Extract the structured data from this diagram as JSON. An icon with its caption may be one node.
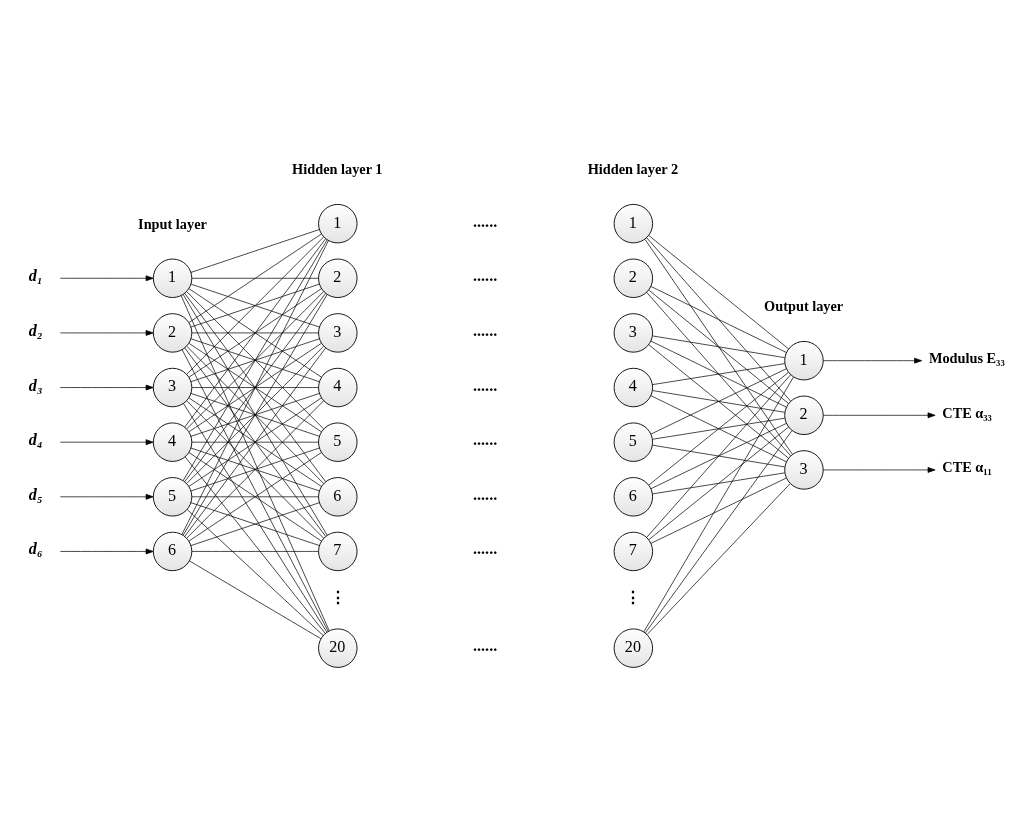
{
  "diagram": {
    "nodes": [
      {
        "text": [
          "d₁"
        ]
      },
      {
        "text": [
          "d₂"
        ]
      },
      {
        "text": [
          "d₃"
        ]
      },
      {
        "text": [
          "d₄"
        ]
      },
      {
        "text": [
          "d₅"
        ]
      },
      {
        "text": [
          "d₆"
        ]
      },
      {
        "text": [
          "1"
        ]
      },
      {
        "text": [
          "2"
        ]
      },
      {
        "text": [
          "3"
        ]
      },
      {
        "text": [
          "4"
        ]
      },
      {
        "text": [
          "5"
        ]
      },
      {
        "text": [
          "6"
        ]
      },
      {
        "text": [
          "1"
        ]
      },
      {
        "text": [
          "2"
        ]
      },
      {
        "text": [
          "3"
        ]
      },
      {
        "text": [
          "4"
        ]
      },
      {
        "text": [
          "5"
        ]
      },
      {
        "text": [
          "6"
        ]
      },
      {
        "text": [
          "7"
        ]
      },
      {
        "text": [
          "20"
        ]
      },
      {
        "text": [
          "1"
        ]
      },
      {
        "text": [
          "2"
        ]
      },
      {
        "text": [
          "3"
        ]
      },
      {
        "text": [
          "4"
        ]
      },
      {
        "text": [
          "5"
        ]
      },
      {
        "text": [
          "6"
        ]
      },
      {
        "text": [
          "7"
        ]
      },
      {
        "text": [
          "20"
        ]
      },
      {
        "text": [
          "1"
        ]
      },
      {
        "text": [
          "2"
        ]
      },
      {
        "text": [
          "3"
        ]
      },
      {
        "text": [
          "Modulus E₃₃"
        ]
      },
      {
        "text": [
          "CTE α₃₃"
        ]
      },
      {
        "text": [
          "CTE α₁₁"
        ]
      }
    ],
    "edges": [
      {
        "from": 0,
        "to": 6,
        "arrow": "to"
      },
      {
        "from": 1,
        "to": 7,
        "arrow": "to"
      },
      {
        "from": 2,
        "to": 8,
        "arrow": "to"
      },
      {
        "from": 3,
        "to": 9,
        "arrow": "to"
      },
      {
        "from": 4,
        "to": 10,
        "arrow": "to"
      },
      {
        "from": 5,
        "to": 11,
        "arrow": "to"
      },
      {
        "from": 6,
        "to": 12,
        "arrow": "none"
      },
      {
        "from": 6,
        "to": 13,
        "arrow": "none"
      },
      {
        "from": 6,
        "to": 14,
        "arrow": "none"
      },
      {
        "from": 6,
        "to": 15,
        "arrow": "none"
      },
      {
        "from": 6,
        "to": 16,
        "arrow": "none"
      },
      {
        "from": 6,
        "to": 17,
        "arrow": "none"
      },
      {
        "from": 6,
        "to": 18,
        "arrow": "none"
      },
      {
        "from": 6,
        "to": 19,
        "arrow": "none"
      },
      {
        "from": 7,
        "to": 12,
        "arrow": "none"
      },
      {
        "from": 7,
        "to": 13,
        "arrow": "none"
      },
      {
        "from": 7,
        "to": 14,
        "arrow": "none"
      },
      {
        "from": 7,
        "to": 15,
        "arrow": "none"
      },
      {
        "from": 7,
        "to": 16,
        "arrow": "none"
      },
      {
        "from": 7,
        "to": 17,
        "arrow": "none"
      },
      {
        "from": 7,
        "to": 18,
        "arrow": "none"
      },
      {
        "from": 7,
        "to": 19,
        "arrow": "none"
      },
      {
        "from": 8,
        "to": 12,
        "arrow": "none"
      },
      {
        "from": 8,
        "to": 13,
        "arrow": "none"
      },
      {
        "from": 8,
        "to": 14,
        "arrow": "none"
      },
      {
        "from": 8,
        "to": 15,
        "arrow": "none"
      },
      {
        "from": 8,
        "to": 16,
        "arrow": "none"
      },
      {
        "from": 8,
        "to": 17,
        "arrow": "none"
      },
      {
        "from": 8,
        "to": 18,
        "arrow": "none"
      },
      {
        "from": 8,
        "to": 19,
        "arrow": "none"
      },
      {
        "from": 9,
        "to": 12,
        "arrow": "none"
      },
      {
        "from": 9,
        "to": 13,
        "arrow": "none"
      },
      {
        "from": 9,
        "to": 14,
        "arrow": "none"
      },
      {
        "from": 9,
        "to": 15,
        "arrow": "none"
      },
      {
        "from": 9,
        "to": 16,
        "arrow": "none"
      },
      {
        "from": 9,
        "to": 17,
        "arrow": "none"
      },
      {
        "from": 9,
        "to": 18,
        "arrow": "none"
      },
      {
        "from": 9,
        "to": 19,
        "arrow": "none"
      },
      {
        "from": 10,
        "to": 12,
        "arrow": "none"
      },
      {
        "from": 10,
        "to": 13,
        "arrow": "none"
      },
      {
        "from": 10,
        "to": 14,
        "arrow": "none"
      },
      {
        "from": 10,
        "to": 15,
        "arrow": "none"
      },
      {
        "from": 10,
        "to": 16,
        "arrow": "none"
      },
      {
        "from": 10,
        "to": 17,
        "arrow": "none"
      },
      {
        "from": 10,
        "to": 18,
        "arrow": "none"
      },
      {
        "from": 10,
        "to": 19,
        "arrow": "none"
      },
      {
        "from": 11,
        "to": 12,
        "arrow": "none"
      },
      {
        "from": 11,
        "to": 13,
        "arrow": "none"
      },
      {
        "from": 11,
        "to": 14,
        "arrow": "none"
      },
      {
        "from": 11,
        "to": 15,
        "arrow": "none"
      },
      {
        "from": 11,
        "to": 16,
        "arrow": "none"
      },
      {
        "from": 11,
        "to": 17,
        "arrow": "none"
      },
      {
        "from": 11,
        "to": 18,
        "arrow": "none"
      },
      {
        "from": 11,
        "to": 19,
        "arrow": "none"
      },
      {
        "from": 20,
        "to": 28,
        "arrow": "none"
      },
      {
        "from": 20,
        "to": 29,
        "arrow": "none"
      },
      {
        "from": 20,
        "to": 30,
        "arrow": "none"
      },
      {
        "from": 21,
        "to": 28,
        "arrow": "none"
      },
      {
        "from": 21,
        "to": 29,
        "arrow": "none"
      },
      {
        "from": 21,
        "to": 30,
        "arrow": "none"
      },
      {
        "from": 22,
        "to": 28,
        "arrow": "none"
      },
      {
        "from": 22,
        "to": 29,
        "arrow": "none"
      },
      {
        "from": 22,
        "to": 30,
        "arrow": "none"
      },
      {
        "from": 23,
        "to": 28,
        "arrow": "none"
      },
      {
        "from": 23,
        "to": 29,
        "arrow": "none"
      },
      {
        "from": 23,
        "to": 30,
        "arrow": "none"
      },
      {
        "from": 24,
        "to": 28,
        "arrow": "none"
      },
      {
        "from": 24,
        "to": 29,
        "arrow": "none"
      },
      {
        "from": 24,
        "to": 30,
        "arrow": "none"
      },
      {
        "from": 25,
        "to": 28,
        "arrow": "none"
      },
      {
        "from": 25,
        "to": 29,
        "arrow": "none"
      },
      {
        "from": 25,
        "to": 30,
        "arrow": "none"
      },
      {
        "from": 26,
        "to": 28,
        "arrow": "none"
      },
      {
        "from": 26,
        "to": 29,
        "arrow": "none"
      },
      {
        "from": 26,
        "to": 30,
        "arrow": "none"
      },
      {
        "from": 27,
        "to": 28,
        "arrow": "none"
      },
      {
        "from": 27,
        "to": 29,
        "arrow": "none"
      },
      {
        "from": 27,
        "to": 30,
        "arrow": "none"
      },
      {
        "from": 28,
        "to": 31,
        "arrow": "to"
      },
      {
        "from": 29,
        "to": 32,
        "arrow": "to"
      },
      {
        "from": 30,
        "to": 33,
        "arrow": "to"
      }
    ],
    "labels": [
      "Input layer",
      "Hidden layer 1",
      "Hidden layer 2",
      "Output layer",
      "......",
      "......",
      "......",
      "......",
      "......",
      "......",
      "......",
      "⋮",
      "⋮",
      "......"
    ]
  }
}
